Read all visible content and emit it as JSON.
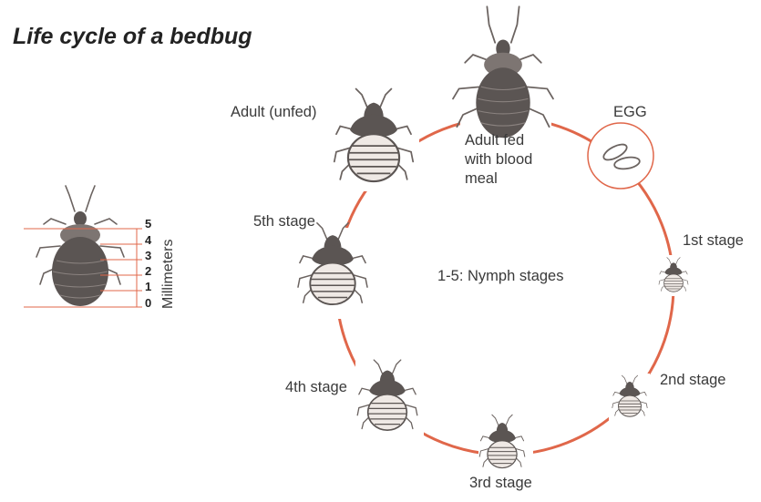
{
  "title": "Life cycle of a bedbug",
  "stages": {
    "adult_fed": [
      "Adult fed",
      "with blood",
      "meal"
    ],
    "egg": "EGG",
    "first": "1st stage",
    "second": "2nd stage",
    "third": "3rd stage",
    "fourth": "4th stage",
    "fifth": "5th stage",
    "adult_unfed": "Adult (unfed)"
  },
  "center_label": "1-5: Nymph stages",
  "scale": {
    "unit": "Millimeters",
    "ticks": [
      "5",
      "4",
      "3",
      "2",
      "1",
      "0"
    ]
  },
  "colors": {
    "cycle": "#e0674a",
    "bug_dark": "#5b5553",
    "bug_mid": "#7d7572",
    "bug_light": "#efe9e5",
    "text": "#3a3a3a"
  },
  "icons": [
    "bedbug-fed-icon",
    "bedbug-unfed-icon",
    "egg-icon",
    "nymph-icon",
    "ruler-bedbug-icon"
  ]
}
